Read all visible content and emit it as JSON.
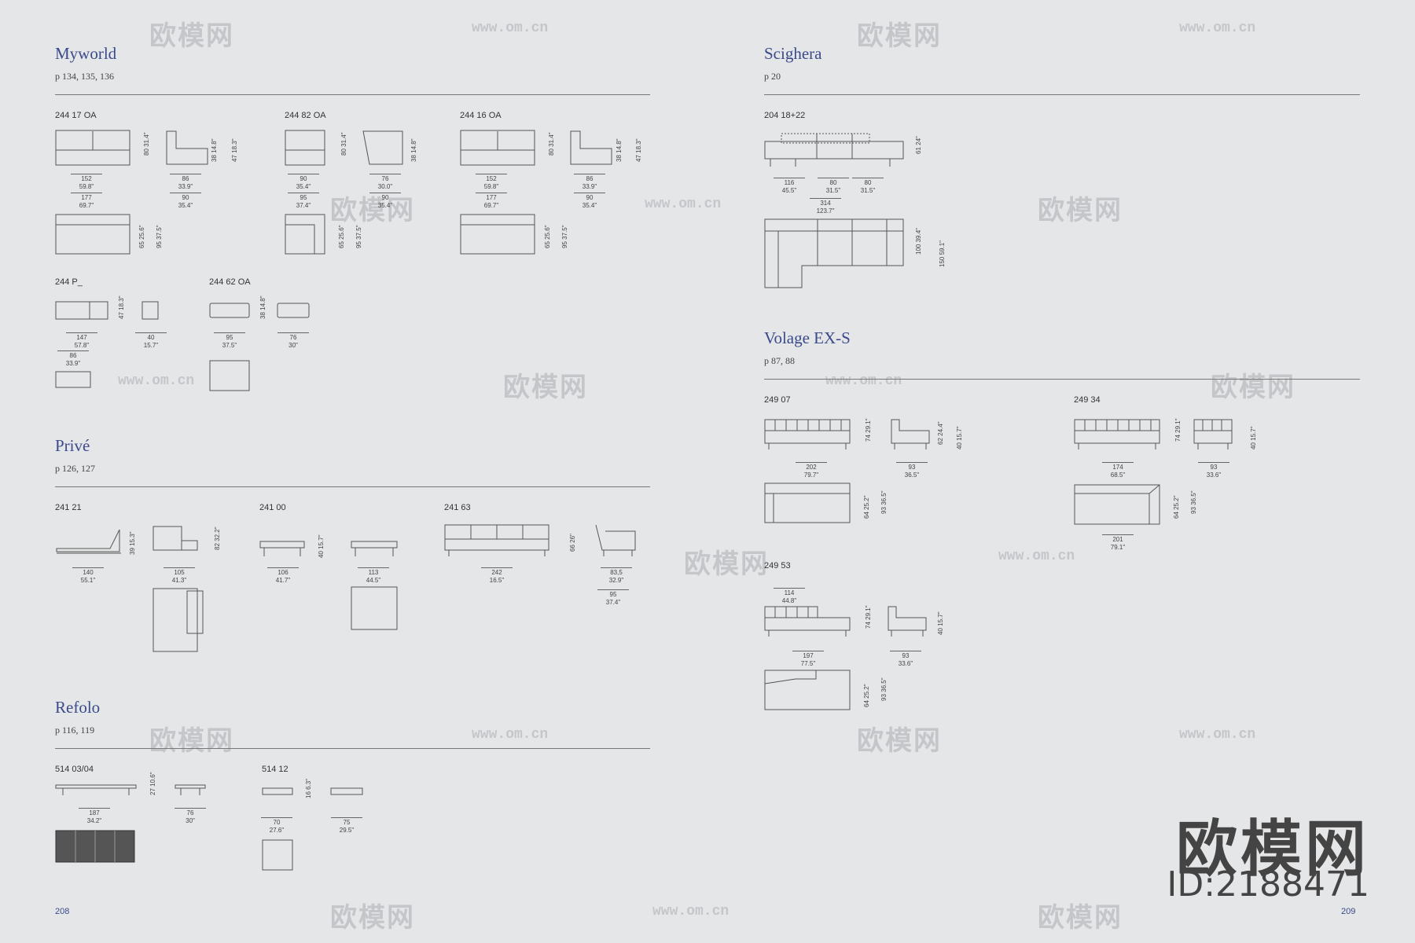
{
  "sections": {
    "myworld": {
      "title": "Myworld",
      "pages": "p 134, 135, 136"
    },
    "prive": {
      "title": "Privé",
      "pages": "p 126, 127"
    },
    "refolo": {
      "title": "Refolo",
      "pages": "p 116, 119"
    },
    "scighera": {
      "title": "Scighera",
      "pages": "p 20"
    },
    "volage": {
      "title": "Volage EX-S",
      "pages": "p 87, 88"
    }
  },
  "codes": {
    "c1": "244 17 OA",
    "c2": "244 82 OA",
    "c3": "244 16 OA",
    "c4": "244 P_",
    "c5": "244 62 OA",
    "c6": "241 21",
    "c7": "241 00",
    "c8": "241 63",
    "c9": "514 03/04",
    "c10": "514 12",
    "c11": "204 18+22",
    "c12": "249 07",
    "c13": "249 34",
    "c14": "249 53"
  },
  "dims": {
    "d1": "152\n59.8\"",
    "d2": "177\n69.7\"",
    "d3": "86\n33.9\"",
    "d4": "90\n35.4\"",
    "d5": "90\n35.4\"",
    "d6": "95\n37.4\"",
    "d7": "76\n30.0\"",
    "d8": "90\n35.4\"",
    "d9": "152\n59.8\"",
    "d10": "177\n69.7\"",
    "d11": "86\n33.9\"",
    "d12": "90\n35.4\"",
    "d13": "147\n57.8\"",
    "d14": "86\n33.9\"",
    "d15": "40\n15.7\"",
    "d16": "95\n37.5\"",
    "d17": "76\n30\"",
    "d18": "140\n55.1\"",
    "d19": "105\n41.3\"",
    "d20": "106\n41.7\"",
    "d21": "113\n44.5\"",
    "d22": "242\n16.5\"",
    "d23": "83,5\n32.9\"",
    "d24": "95\n37.4\"",
    "d25": "187\n34.2\"",
    "d26": "76\n30\"",
    "d27": "70\n27.6\"",
    "d28": "75\n29.5\"",
    "d29": "116\n45.5\"",
    "d30": "80\n31.5\"",
    "d31": "80\n31.5\"",
    "d32": "314\n123.7\"",
    "d33": "202\n79.7\"",
    "d34": "93\n36.5\"",
    "d35": "174\n68.5\"",
    "d36": "93\n33.6\"",
    "d37": "201\n79.1\"",
    "d38": "114\n44.8\"",
    "d39": "197\n77.5\"",
    "d40": "93\n33.6\""
  },
  "vdims": {
    "v1": "80 31.4\"",
    "v2": "38 14.8\"",
    "v3": "47 18.3\"",
    "v4": "65 25.6\"",
    "v5": "95 37.5\"",
    "v6": "80 31.4\"",
    "v7": "38 14.8\"",
    "v8": "65 25.6\"",
    "v9": "95 37.5\"",
    "v10": "80 31.4\"",
    "v11": "38 14.8\"",
    "v12": "47 18.3\"",
    "v13": "65 25.6\"",
    "v14": "95 37.5\"",
    "v15": "47 18.3\"",
    "v16": "38 14.8\"",
    "v17": "39 15.3\"",
    "v18": "82 32.2\"",
    "v19": "40 15.7\"",
    "v20": "66 26\"",
    "v21": "27 10.6\"",
    "v22": "16 6.3\"",
    "v23": "61 24\"",
    "v24": "100 39.4\"",
    "v25": "150 59.1\"",
    "v26": "74 29.1\"",
    "v27": "62 24.4\"",
    "v28": "40 15.7\"",
    "v29": "64 25.2\"",
    "v30": "93 36.5\"",
    "v31": "74 29.1\"",
    "v32": "40 15.7\"",
    "v33": "64 25.2\"",
    "v34": "93 36.5\"",
    "v35": "74 29.1\"",
    "v36": "40 15.7\"",
    "v37": "64 25.2\"",
    "v38": "93 36.5\""
  },
  "page_numbers": {
    "left": "208",
    "right": "209"
  },
  "watermark": {
    "logo": "欧模网",
    "url": "www.om.cn"
  },
  "stamp": {
    "brand": "欧模网",
    "id": "ID:2188471"
  },
  "colors": {
    "title": "#3a4a8a",
    "line": "#666666",
    "background": "#e5e6e8"
  }
}
